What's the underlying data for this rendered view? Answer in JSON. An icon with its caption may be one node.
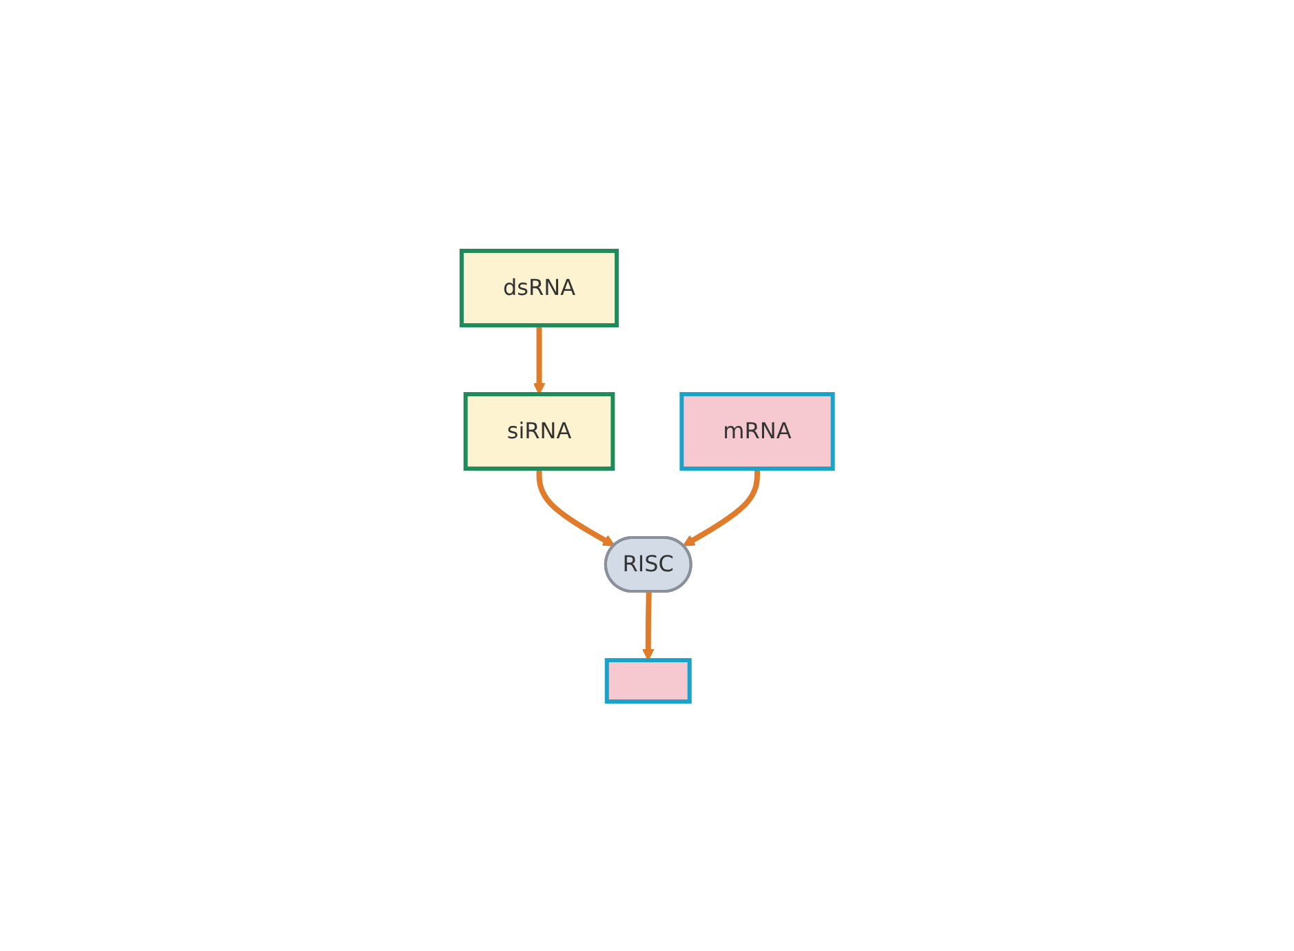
{
  "diagram": {
    "nodes": [
      {
        "text": [
          "dsRNA"
        ]
      },
      {
        "text": [
          "siRNA"
        ]
      },
      {
        "text": [
          "mRNA"
        ]
      },
      {
        "text": [
          "RISC"
        ]
      },
      {
        "text": [],
        "shape": "box"
      }
    ],
    "edges": [
      {
        "from": 0,
        "to": 1,
        "arrow": "to"
      },
      {
        "from": 1,
        "to": 3,
        "arrow": "to"
      },
      {
        "from": 2,
        "to": 3,
        "arrow": "to"
      },
      {
        "from": 3,
        "to": 4,
        "arrow": "to"
      }
    ]
  }
}
